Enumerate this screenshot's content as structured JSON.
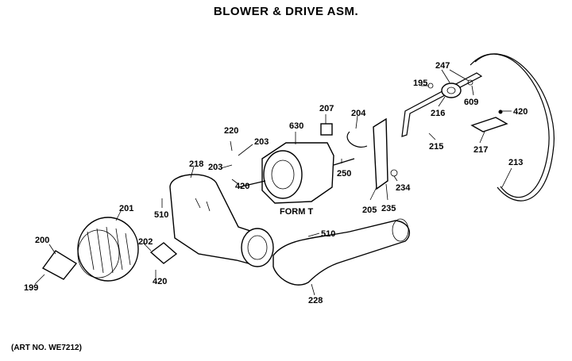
{
  "diagram": {
    "title": "BLOWER & DRIVE ASM.",
    "art_number": "(ART NO. WE7212)",
    "callouts": {
      "p199": "199",
      "p200": "200",
      "p201": "201",
      "p202": "202",
      "p420a": "420",
      "p510a": "510",
      "p218": "218",
      "p220": "220",
      "p203a": "203",
      "p203b": "203",
      "p420b": "420",
      "p630": "630",
      "form": "FORM T",
      "p207": "207",
      "p250": "250",
      "p204": "204",
      "p205": "205",
      "p235": "235",
      "p234": "234",
      "p510b": "510",
      "p228": "228",
      "p195": "195",
      "p247": "247",
      "p216": "216",
      "p609": "609",
      "p215": "215",
      "p420c": "420",
      "p217": "217",
      "p213": "213"
    }
  }
}
